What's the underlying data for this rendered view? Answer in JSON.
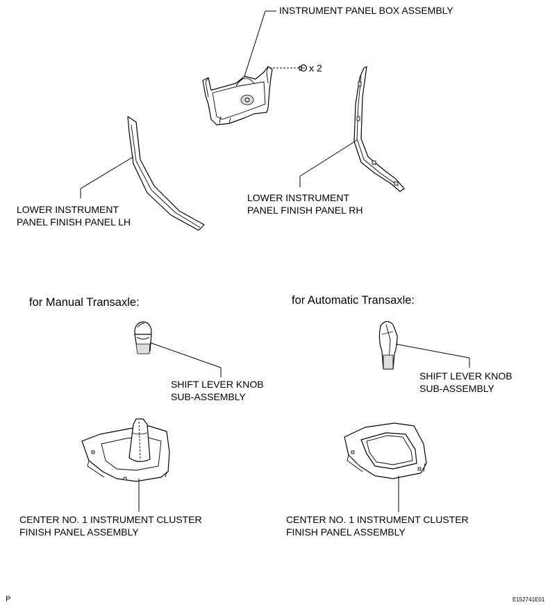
{
  "labels": {
    "instrument_panel_box": "INSTRUMENT PANEL BOX ASSEMBLY",
    "qty": "x 2",
    "finish_lh_line1": "LOWER INSTRUMENT",
    "finish_lh_line2": "PANEL FINISH PANEL LH",
    "finish_rh_line1": "LOWER INSTRUMENT",
    "finish_rh_line2": "PANEL FINISH PANEL RH",
    "manual_heading": "for Manual Transaxle:",
    "automatic_heading": "for Automatic Transaxle:",
    "knob_mt_line1": "SHIFT LEVER KNOB",
    "knob_mt_line2": "SUB-ASSEMBLY",
    "knob_at_line1": "SHIFT LEVER KNOB",
    "knob_at_line2": "SUB-ASSEMBLY",
    "cluster_mt_line1": "CENTER NO. 1 INSTRUMENT CLUSTER",
    "cluster_mt_line2": "FINISH PANEL ASSEMBLY",
    "cluster_at_line1": "CENTER NO. 1 INSTRUMENT CLUSTER",
    "cluster_at_line2": "FINISH PANEL ASSEMBLY",
    "page_mark": "P",
    "figure_code": "E152741E01"
  }
}
